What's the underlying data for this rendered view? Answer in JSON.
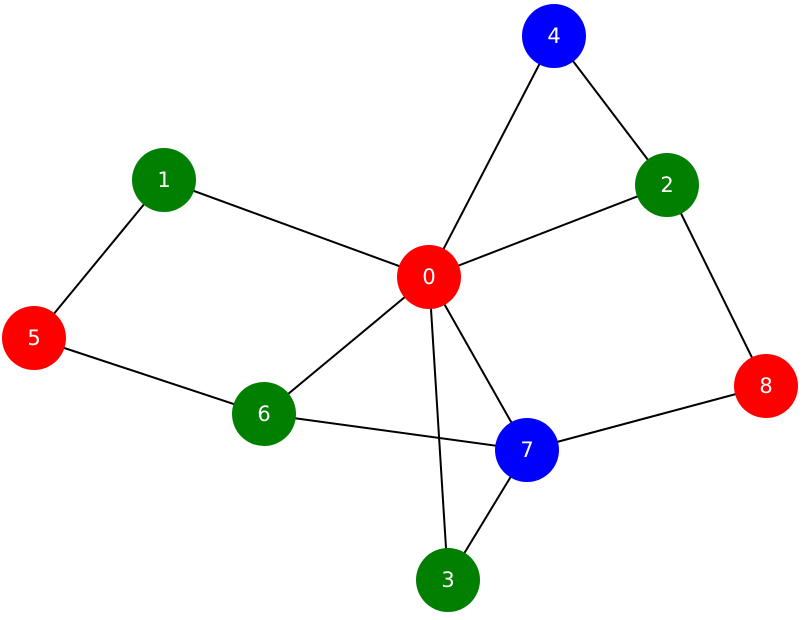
{
  "colors": {
    "red": "#ff0000",
    "green": "#007f00",
    "blue": "#0000ff",
    "edge": "#000000",
    "label": "#ffffff"
  },
  "nodes": [
    {
      "id": "0",
      "label": "0",
      "color": "red"
    },
    {
      "id": "1",
      "label": "1",
      "color": "green"
    },
    {
      "id": "2",
      "label": "2",
      "color": "green"
    },
    {
      "id": "3",
      "label": "3",
      "color": "green"
    },
    {
      "id": "4",
      "label": "4",
      "color": "blue"
    },
    {
      "id": "5",
      "label": "5",
      "color": "red"
    },
    {
      "id": "6",
      "label": "6",
      "color": "green"
    },
    {
      "id": "7",
      "label": "7",
      "color": "blue"
    },
    {
      "id": "8",
      "label": "8",
      "color": "red"
    }
  ],
  "edges": [
    [
      "0",
      "1"
    ],
    [
      "0",
      "2"
    ],
    [
      "0",
      "4"
    ],
    [
      "0",
      "6"
    ],
    [
      "0",
      "7"
    ],
    [
      "0",
      "3"
    ],
    [
      "4",
      "2"
    ],
    [
      "2",
      "8"
    ],
    [
      "1",
      "5"
    ],
    [
      "5",
      "6"
    ],
    [
      "6",
      "7"
    ],
    [
      "7",
      "8"
    ],
    [
      "7",
      "3"
    ]
  ]
}
